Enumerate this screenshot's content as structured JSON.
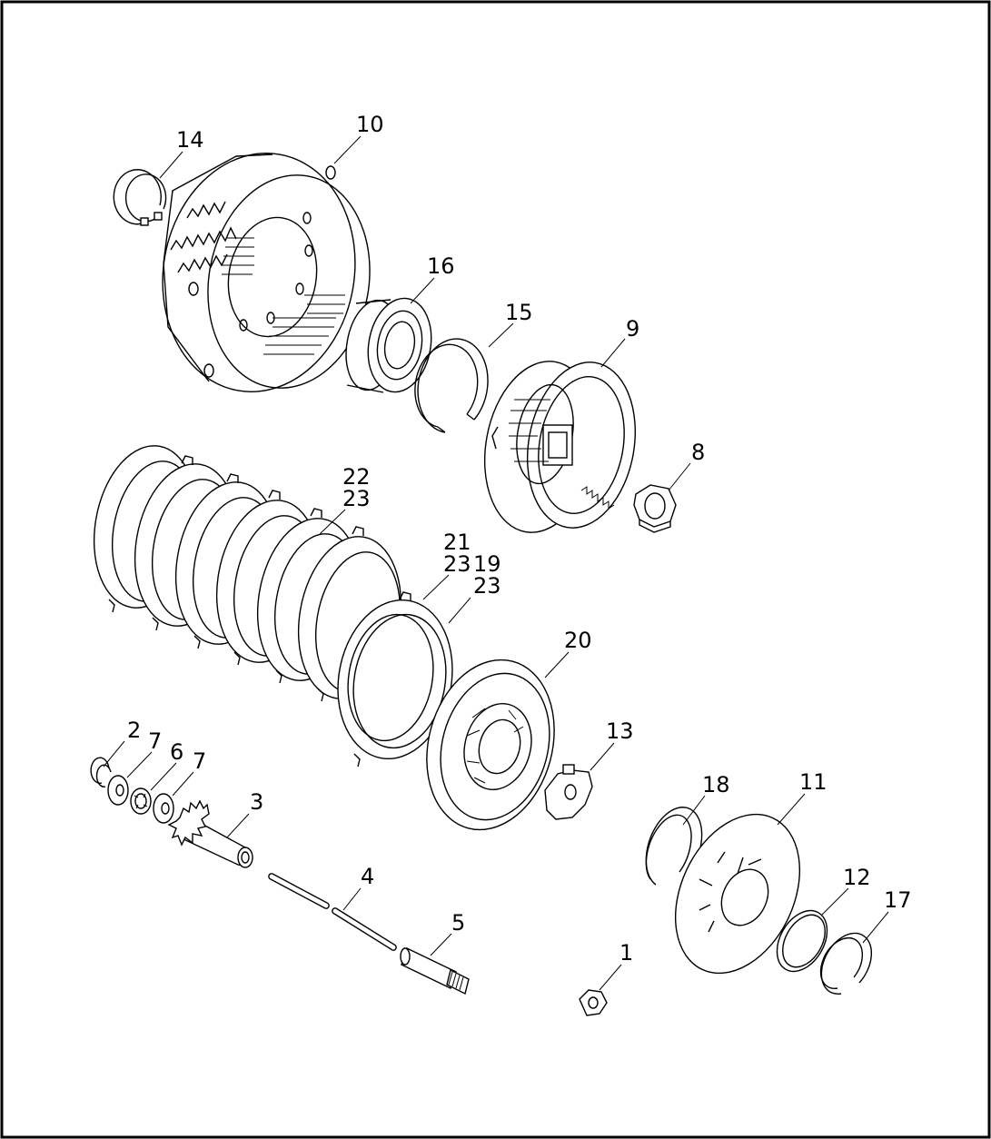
{
  "diagram": {
    "colors": {
      "line": "#000000",
      "background": "#ffffff"
    },
    "callouts": {
      "p1": "1",
      "p2": "2",
      "p3": "3",
      "p4": "4",
      "p5": "5",
      "p6": "6",
      "p7a": "7",
      "p7b": "7",
      "p8": "8",
      "p9": "9",
      "p10": "10",
      "p11": "11",
      "p12": "12",
      "p13": "13",
      "p14": "14",
      "p15": "15",
      "p16": "16",
      "p17": "17",
      "p18": "18",
      "p19": "19",
      "p20": "20",
      "p21": "21",
      "p22": "22",
      "p23a": "23",
      "p23b": "23",
      "p23c": "23"
    }
  }
}
